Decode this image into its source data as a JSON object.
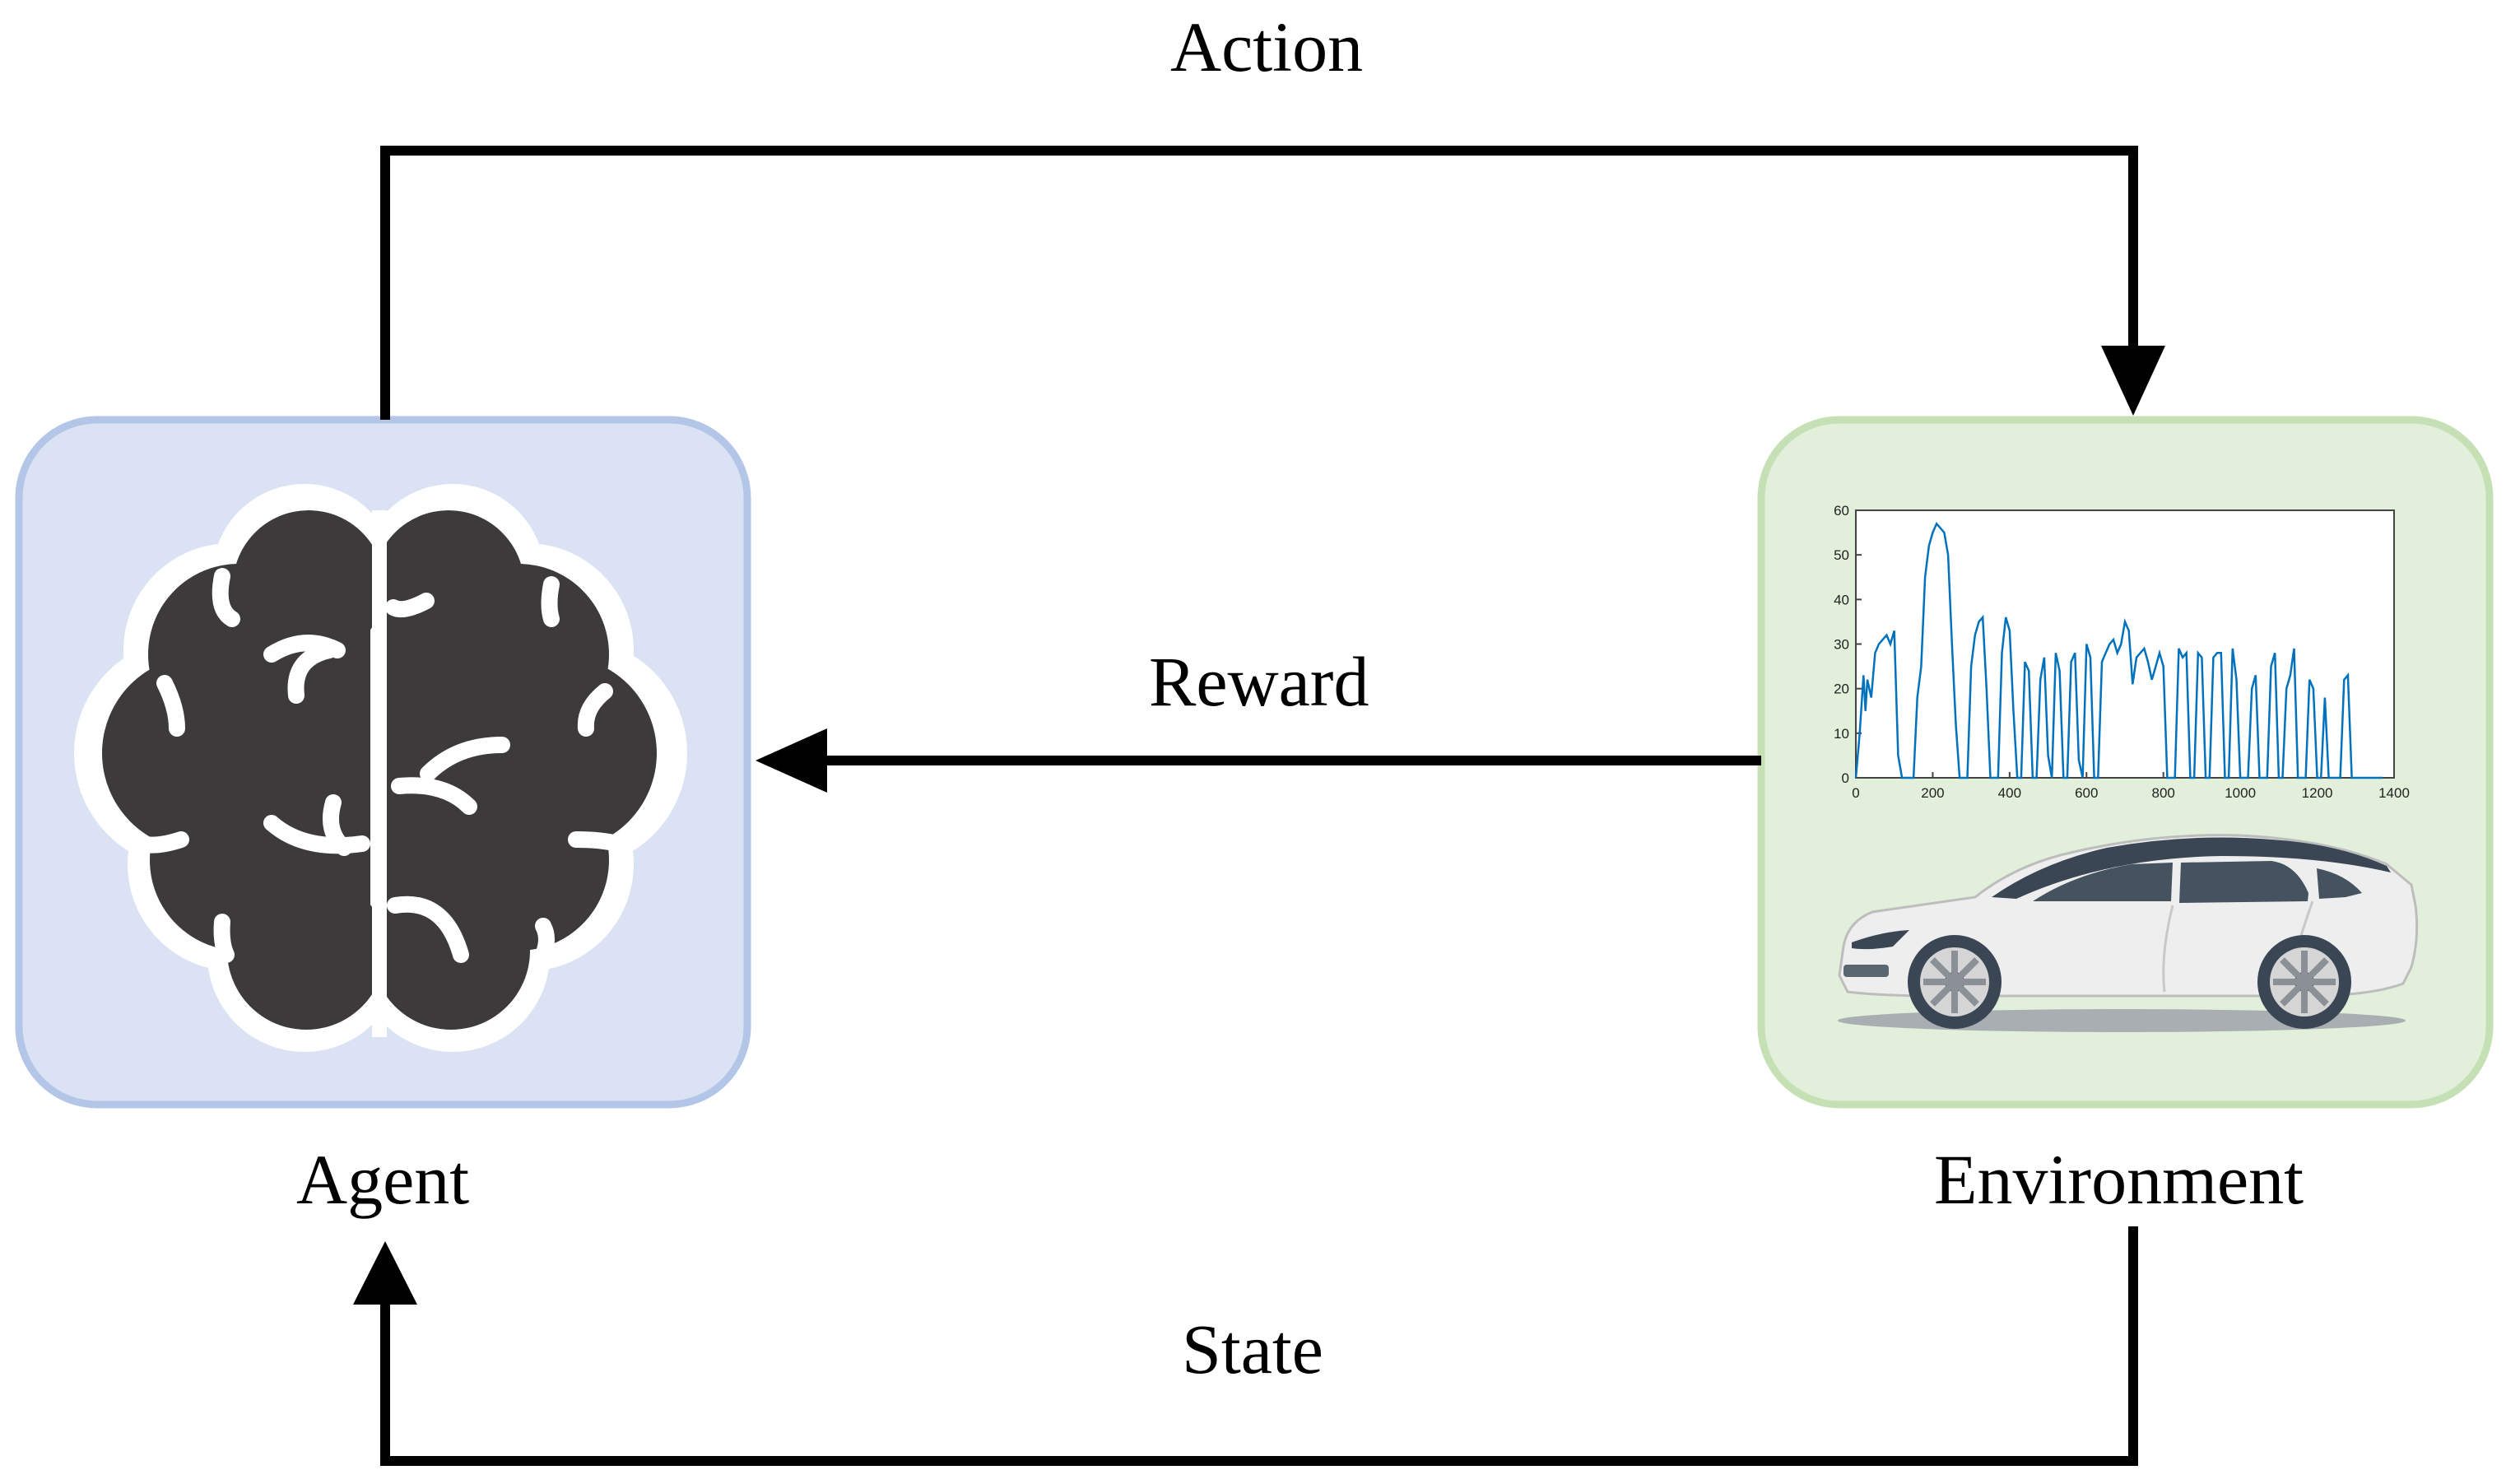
{
  "labels": {
    "action": "Action",
    "reward": "Reward",
    "state": "State",
    "agent": "Agent",
    "environment": "Environment"
  },
  "colors": {
    "agent_fill": "#dae2f3",
    "agent_border": "#b3c6e7",
    "env_fill": "#e2efda",
    "env_border": "#c5e0b4",
    "brain": "#3d3a3b",
    "arrow": "#000000",
    "plot_line": "#0072bd"
  },
  "icons": {
    "agent": "brain-icon",
    "environment_car": "car-icon"
  },
  "chart_data": {
    "type": "line",
    "title": "",
    "xlabel": "",
    "ylabel": "",
    "xlim": [
      0,
      1400
    ],
    "ylim": [
      0,
      60
    ],
    "xticks": [
      "0",
      "200",
      "400",
      "600",
      "800",
      "1000",
      "1200",
      "1400"
    ],
    "yticks": [
      "0",
      "10",
      "20",
      "30",
      "40",
      "50",
      "60"
    ],
    "series": [
      {
        "x": [
          0,
          10,
          20,
          25,
          30,
          40,
          50,
          60,
          70,
          80,
          90,
          100,
          110,
          120,
          125,
          130,
          140,
          150,
          160,
          170,
          180,
          190,
          200,
          210,
          220,
          230,
          240,
          250,
          260,
          270,
          280,
          290,
          300,
          310,
          320,
          330,
          340,
          350,
          360,
          370,
          380,
          390,
          400,
          410,
          420,
          430,
          440,
          450,
          460,
          470,
          480,
          490,
          500,
          510,
          520,
          530,
          540,
          550,
          560,
          570,
          580,
          590,
          600,
          610,
          620,
          630,
          640,
          650,
          660,
          670,
          680,
          690,
          700,
          710,
          720,
          730,
          740,
          750,
          760,
          770,
          780,
          790,
          800,
          810,
          820,
          830,
          840,
          850,
          860,
          870,
          880,
          890,
          900,
          910,
          920,
          930,
          940,
          950,
          960,
          970,
          980,
          990,
          1000,
          1010,
          1020,
          1030,
          1040,
          1050,
          1060,
          1070,
          1080,
          1090,
          1100,
          1110,
          1120,
          1130,
          1140,
          1150,
          1160,
          1170,
          1180,
          1190,
          1200,
          1210,
          1220,
          1230,
          1240,
          1250,
          1260,
          1270,
          1280,
          1290,
          1300,
          1310,
          1320,
          1330,
          1340,
          1350,
          1360,
          1370
        ],
        "y": [
          0,
          10,
          23,
          15,
          22,
          18,
          28,
          30,
          31,
          32,
          30,
          33,
          5,
          0,
          0,
          0,
          0,
          0,
          18,
          25,
          45,
          52,
          55,
          57,
          56,
          55,
          50,
          30,
          12,
          0,
          0,
          0,
          25,
          32,
          35,
          36,
          20,
          0,
          0,
          0,
          28,
          36,
          33,
          15,
          0,
          0,
          26,
          24,
          0,
          0,
          22,
          27,
          5,
          0,
          28,
          24,
          0,
          0,
          26,
          28,
          4,
          0,
          30,
          27,
          0,
          0,
          26,
          28,
          30,
          31,
          28,
          30,
          35,
          33,
          21,
          27,
          28,
          29,
          26,
          22,
          25,
          28,
          25,
          0,
          0,
          0,
          29,
          27,
          28,
          0,
          0,
          28,
          27,
          0,
          0,
          27,
          28,
          28,
          0,
          0,
          29,
          22,
          0,
          0,
          0,
          20,
          23,
          0,
          0,
          0,
          25,
          28,
          0,
          0,
          20,
          23,
          29,
          0,
          0,
          0,
          22,
          20,
          0,
          0,
          18,
          0,
          0,
          0,
          0,
          22,
          23,
          0,
          0,
          0,
          0,
          0,
          0,
          0,
          0,
          0
        ]
      }
    ]
  }
}
